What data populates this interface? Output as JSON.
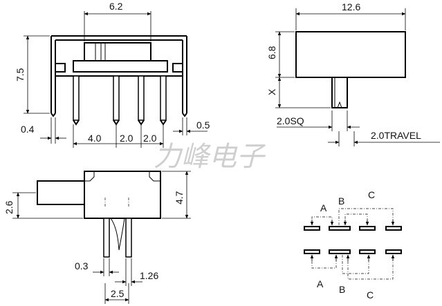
{
  "watermark": "力峰电子",
  "front_view": {
    "dims": {
      "body_width": "6.2",
      "height": "7.5",
      "pin_thickness": "0.4",
      "pin_spacing_outer": "4.0",
      "pin_pitch_1": "2.0",
      "pin_pitch_2": "2.0",
      "tab_width": "0.5"
    }
  },
  "side_view": {
    "dims": {
      "length": "12.6",
      "body_height": "6.8",
      "actuator_height": "X",
      "actuator_square": "2.0SQ",
      "travel": "2.0TRAVEL"
    }
  },
  "bottom_view": {
    "dims": {
      "actuator_offset": "2.6",
      "body_height": "4.7",
      "pin_width": "0.3",
      "pin_length": "1.26",
      "pin_pitch": "2.5"
    }
  },
  "schematic": {
    "top_labels": [
      "A",
      "B",
      "C"
    ],
    "bottom_labels": [
      "A",
      "B",
      "C"
    ]
  }
}
